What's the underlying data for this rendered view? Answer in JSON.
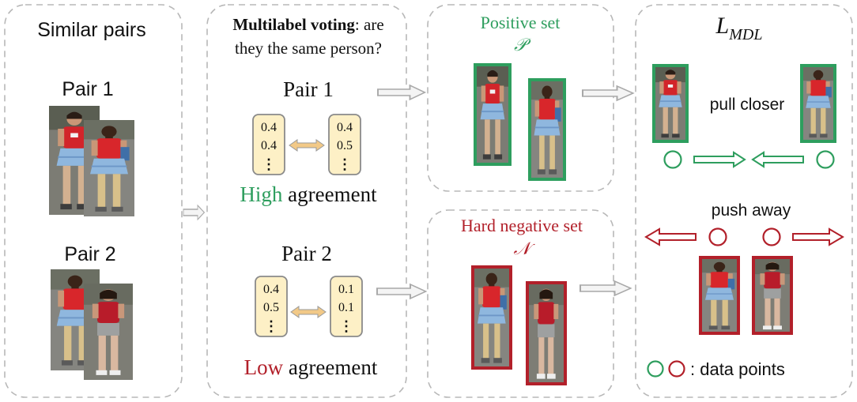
{
  "colors": {
    "green": "#2e9e5e",
    "red": "#b2202a",
    "box_border": "#b8b8b8",
    "vector_fill": "#fdf0c6",
    "vector_border": "#8a8a8a",
    "arrow_gray": "#bfbfbf",
    "double_arrow": "#f2c987"
  },
  "panel1": {
    "title": "Similar pairs",
    "pair1_label": "Pair 1",
    "pair2_label": "Pair 2"
  },
  "panel2": {
    "title_bold": "Multilabel voting",
    "title_rest": ": are",
    "title_line2": "they the same person?",
    "pair1_label": "Pair 1",
    "pair1_left": [
      "0.4",
      "0.4",
      "⋮"
    ],
    "pair1_right": [
      "0.4",
      "0.5",
      "⋮"
    ],
    "high_word": "High",
    "agreement1": " agreement",
    "pair2_label": "Pair 2",
    "pair2_left": [
      "0.4",
      "0.5",
      "⋮"
    ],
    "pair2_right": [
      "0.1",
      "0.1",
      "⋮"
    ],
    "low_word": "Low",
    "agreement2": " agreement"
  },
  "panel3": {
    "positive_title": "Positive set",
    "positive_symbol": "𝒫",
    "negative_title": "Hard negative set",
    "negative_symbol": "𝒩"
  },
  "panel4": {
    "loss_main": "L",
    "loss_sub": "MDL",
    "pull_text": "pull closer",
    "push_text": "push away",
    "legend_text": ": data points"
  }
}
